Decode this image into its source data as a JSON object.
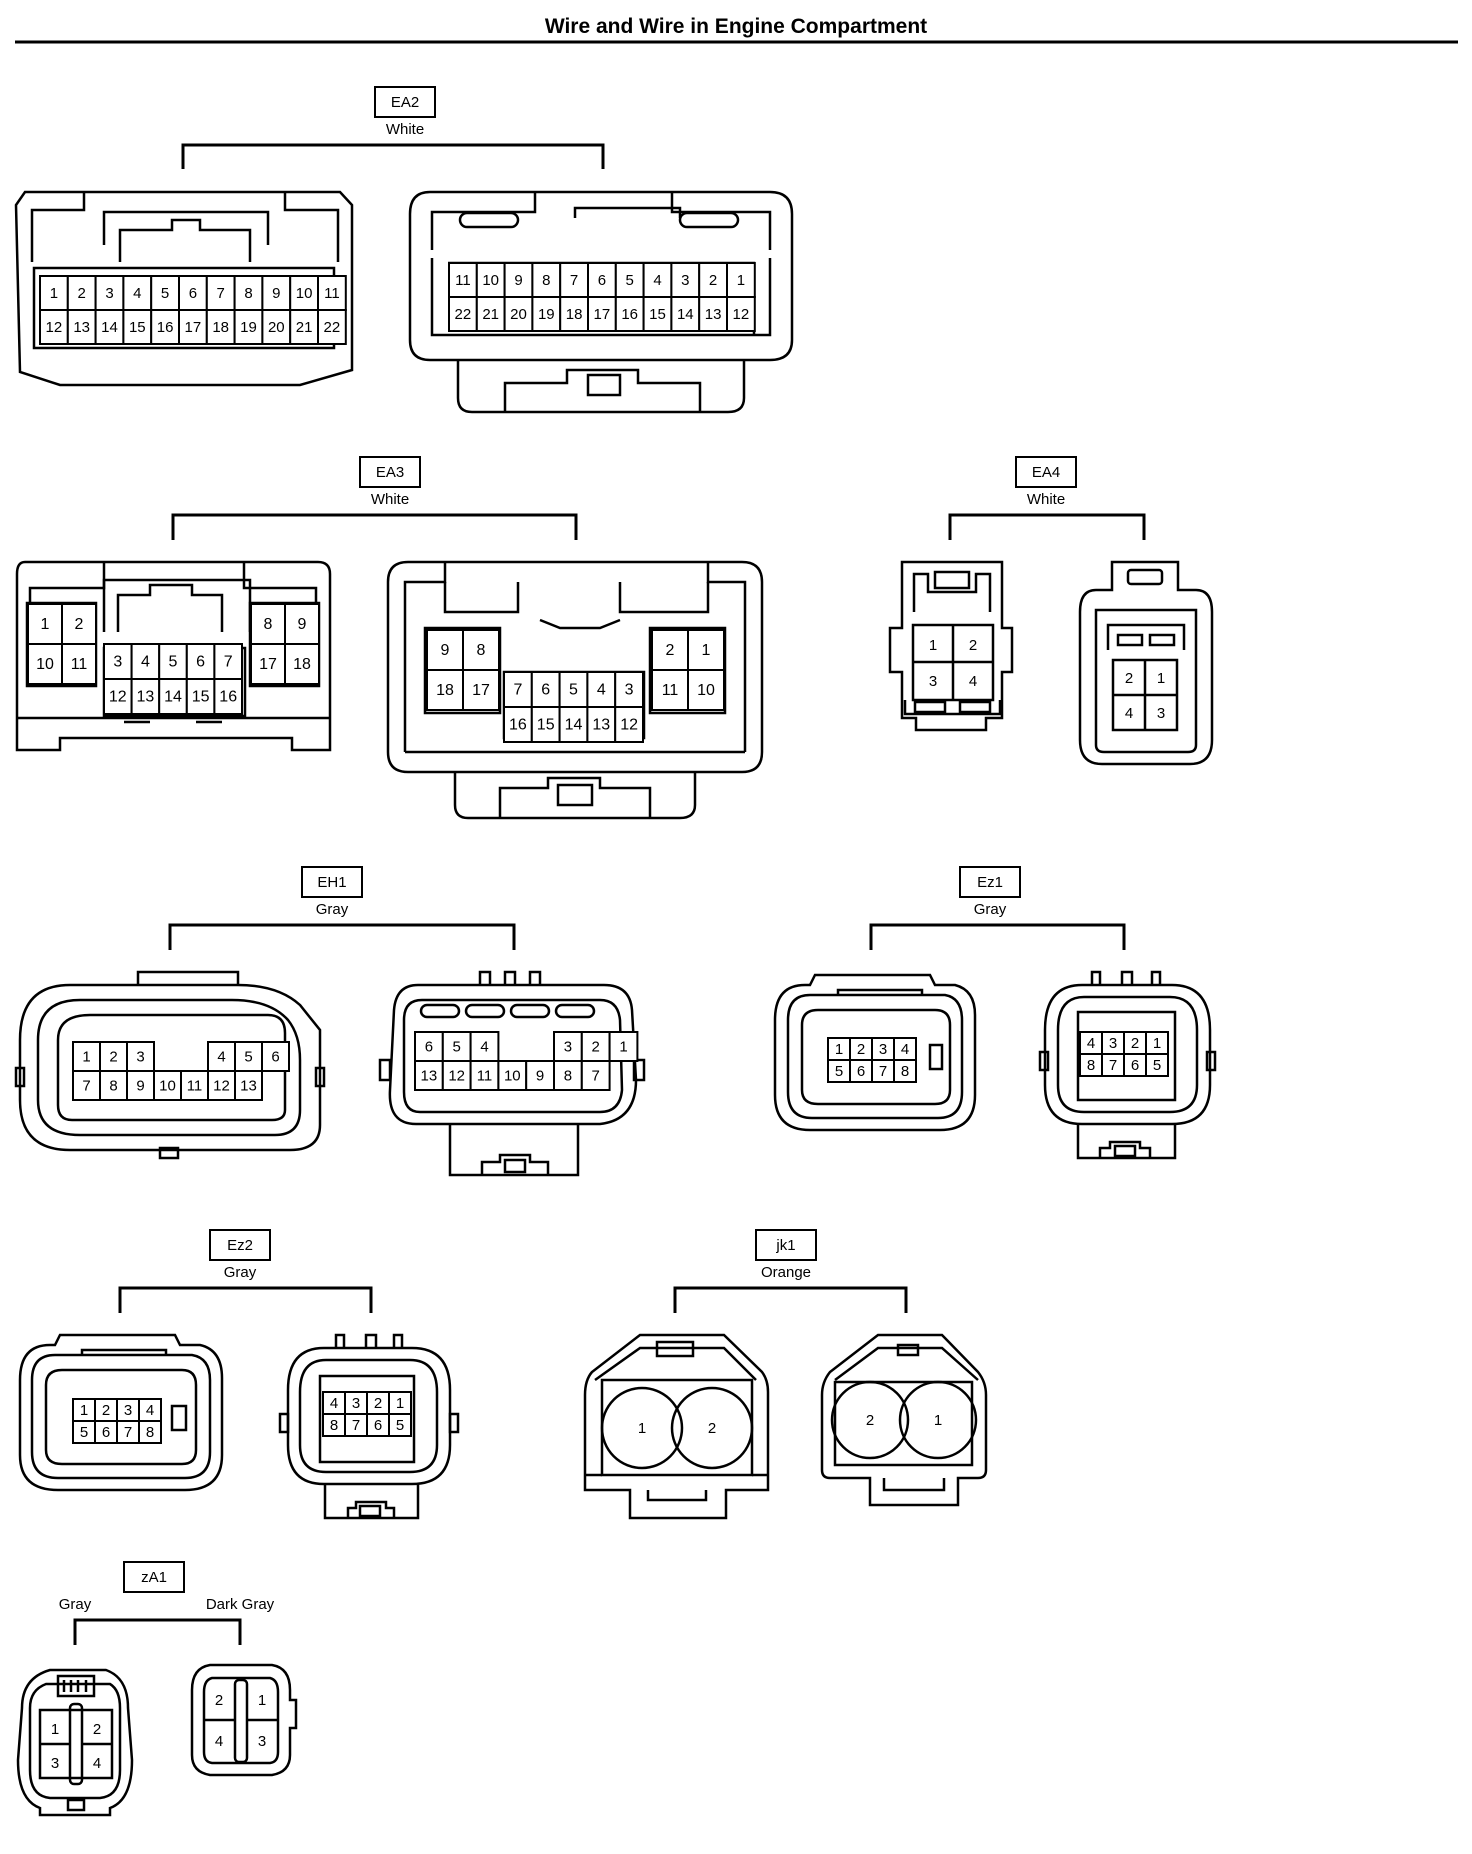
{
  "page": {
    "title": "Wire and Wire in Engine Compartment"
  },
  "connectors": [
    {
      "code": "EA2",
      "color": "White",
      "left": {
        "rows": [
          [
            "1",
            "2",
            "3",
            "4",
            "5",
            "6",
            "7",
            "8",
            "9",
            "10",
            "11"
          ],
          [
            "12",
            "13",
            "14",
            "15",
            "16",
            "17",
            "18",
            "19",
            "20",
            "21",
            "22"
          ]
        ]
      },
      "right": {
        "rows": [
          [
            "11",
            "10",
            "9",
            "8",
            "7",
            "6",
            "5",
            "4",
            "3",
            "2",
            "1"
          ],
          [
            "22",
            "21",
            "20",
            "19",
            "18",
            "17",
            "16",
            "15",
            "14",
            "13",
            "12"
          ]
        ]
      }
    },
    {
      "code": "EA3",
      "color": "White",
      "left": {
        "groups": [
          {
            "rows": [
              [
                "1",
                "2"
              ],
              [
                "10",
                "11"
              ]
            ]
          },
          {
            "rows": [
              [
                "3",
                "4",
                "5",
                "6",
                "7"
              ],
              [
                "12",
                "13",
                "14",
                "15",
                "16"
              ]
            ]
          },
          {
            "rows": [
              [
                "8",
                "9"
              ],
              [
                "17",
                "18"
              ]
            ]
          }
        ]
      },
      "right": {
        "groups": [
          {
            "rows": [
              [
                "9",
                "8"
              ],
              [
                "18",
                "17"
              ]
            ]
          },
          {
            "rows": [
              [
                "7",
                "6",
                "5",
                "4",
                "3"
              ],
              [
                "16",
                "15",
                "14",
                "13",
                "12"
              ]
            ]
          },
          {
            "rows": [
              [
                "2",
                "1"
              ],
              [
                "11",
                "10"
              ]
            ]
          }
        ]
      }
    },
    {
      "code": "EA4",
      "color": "White",
      "left": {
        "rows": [
          [
            "1",
            "2"
          ],
          [
            "3",
            "4"
          ]
        ]
      },
      "right": {
        "rows": [
          [
            "2",
            "1"
          ],
          [
            "4",
            "3"
          ]
        ]
      }
    },
    {
      "code": "EH1",
      "color": "Gray",
      "left": {
        "rows": [
          [
            "1",
            "2",
            "3",
            "",
            "",
            "4",
            "5",
            "6"
          ],
          [
            "7",
            "8",
            "9",
            "10",
            "11",
            "12",
            "13"
          ]
        ]
      },
      "right": {
        "rows": [
          [
            "6",
            "5",
            "4",
            "",
            "",
            "3",
            "2",
            "1"
          ],
          [
            "13",
            "12",
            "11",
            "10",
            "9",
            "8",
            "7"
          ]
        ]
      }
    },
    {
      "code": "Ez1",
      "color": "Gray",
      "left": {
        "rows": [
          [
            "1",
            "2",
            "3",
            "4"
          ],
          [
            "5",
            "6",
            "7",
            "8"
          ]
        ]
      },
      "right": {
        "rows": [
          [
            "4",
            "3",
            "2",
            "1"
          ],
          [
            "8",
            "7",
            "6",
            "5"
          ]
        ]
      }
    },
    {
      "code": "Ez2",
      "color": "Gray",
      "left": {
        "rows": [
          [
            "1",
            "2",
            "3",
            "4"
          ],
          [
            "5",
            "6",
            "7",
            "8"
          ]
        ]
      },
      "right": {
        "rows": [
          [
            "4",
            "3",
            "2",
            "1"
          ],
          [
            "8",
            "7",
            "6",
            "5"
          ]
        ]
      }
    },
    {
      "code": "jk1",
      "color": "Orange",
      "left": {
        "pins": [
          "1",
          "2"
        ]
      },
      "right": {
        "pins": [
          "2",
          "1"
        ]
      }
    },
    {
      "code": "zA1",
      "color_left": "Gray",
      "color_right": "Dark Gray",
      "left": {
        "rows": [
          [
            "1",
            "2"
          ],
          [
            "3",
            "4"
          ]
        ]
      },
      "right": {
        "rows": [
          [
            "2",
            "1"
          ],
          [
            "4",
            "3"
          ]
        ]
      }
    }
  ]
}
